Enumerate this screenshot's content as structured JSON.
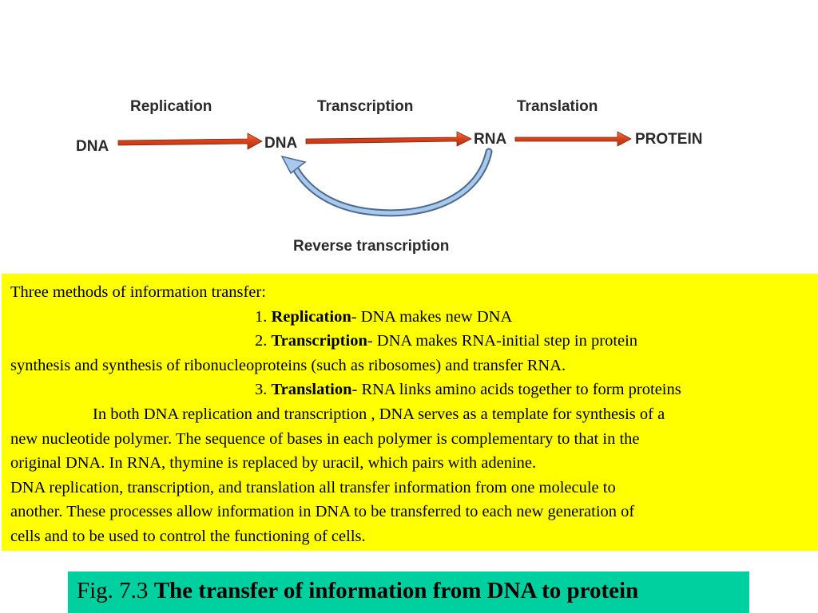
{
  "diagram": {
    "steps": {
      "replication": "Replication",
      "transcription": "Transcription",
      "translation": "Translation",
      "reverse_transcription": "Reverse transcription"
    },
    "nodes": {
      "dna_start": "DNA",
      "dna_middle": "DNA",
      "rna": "RNA",
      "protein": "PROTEIN"
    },
    "colors": {
      "forward_arrow": "#e04a1a",
      "reverse_arrow": "#8db4de"
    }
  },
  "info": {
    "heading": "Three methods of information transfer:",
    "items": [
      {
        "num": "1. ",
        "term": "Replication",
        "desc": "- DNA makes new DNA"
      },
      {
        "num": "2. ",
        "term": "Transcription",
        "desc": "- DNA makes RNA-initial step in protein",
        "desc_cont": "synthesis and synthesis of ribonucleoproteins (such as ribosomes) and transfer RNA."
      },
      {
        "num": "3. ",
        "term": "Translation",
        "desc": "- RNA links amino acids together to form proteins"
      }
    ],
    "paragraph1": [
      "In both DNA replication and transcription , DNA serves as a template for synthesis of a",
      "new nucleotide polymer. The sequence of bases in each polymer is complementary to that in the",
      "original DNA.  In RNA, thymine is replaced by uracil, which pairs with adenine."
    ],
    "paragraph2": [
      "DNA replication, transcription, and translation all transfer information from one molecule to",
      "another. These processes allow information in DNA to be transferred to each new generation of",
      "cells and to be used to control the functioning of cells."
    ],
    "bg_color": "#ffff00"
  },
  "caption": {
    "prefix": "Fig. 7.3 ",
    "title": "The transfer of information from DNA to protein",
    "bg_color": "#00d0a0"
  }
}
